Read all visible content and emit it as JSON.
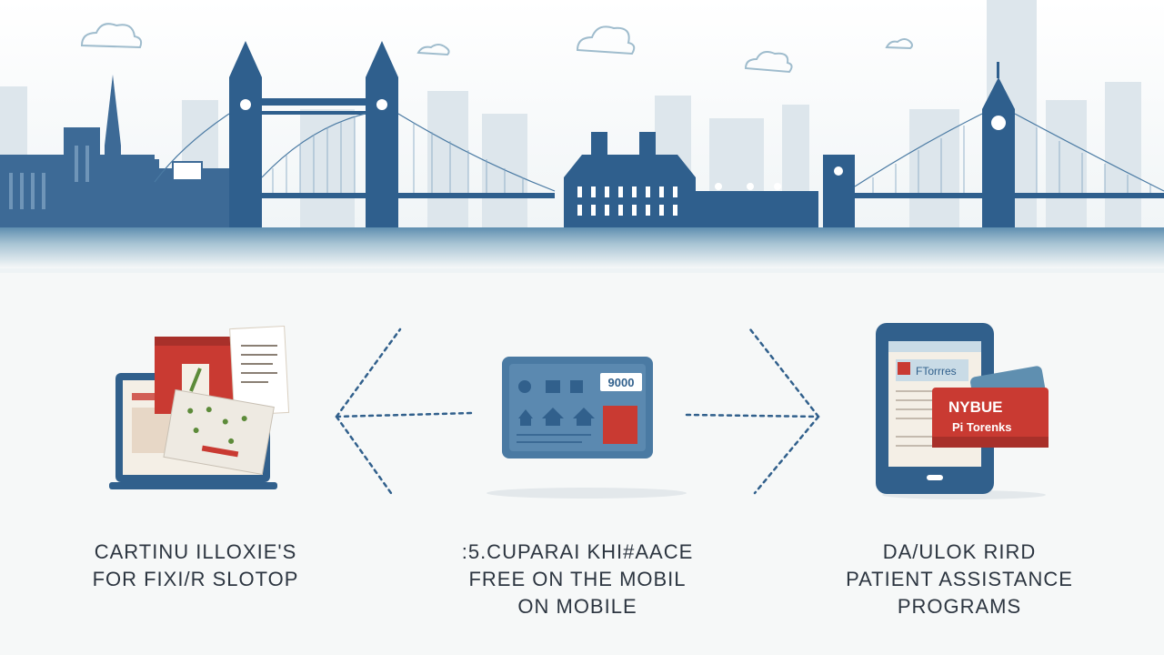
{
  "colors": {
    "navy": "#31608c",
    "steel": "#4a7aa3",
    "pale_blue": "#c9dbe6",
    "red": "#c93a32",
    "paper": "#f4efe6",
    "caption": "#2c3540"
  },
  "skyline": {
    "icons": [
      "cloud-icon",
      "tower-bridge-icon",
      "parliament-icon",
      "big-ben-icon",
      "palace-icon"
    ]
  },
  "panels": [
    {
      "icon": "laptop-documents-icon",
      "caption_lines": [
        "CARTINU ILLOXIE'S",
        "FOR FIXI/R SLOTOP"
      ]
    },
    {
      "icon": "card-app-icon",
      "badge": "9000",
      "caption_lines": [
        ":5.CUPARAI KHI#AACE",
        "FREE ON THE MOBIL",
        "ON MOBILE"
      ]
    },
    {
      "icon": "tablet-cards-icon",
      "card_text": [
        "NYBUE",
        "Pi Torenks"
      ],
      "screen_text": "FTorrres",
      "caption_lines": [
        "DA/ULOK RIRD",
        "PATIENT ASSISTANCE",
        "PROGRAMS"
      ]
    }
  ]
}
